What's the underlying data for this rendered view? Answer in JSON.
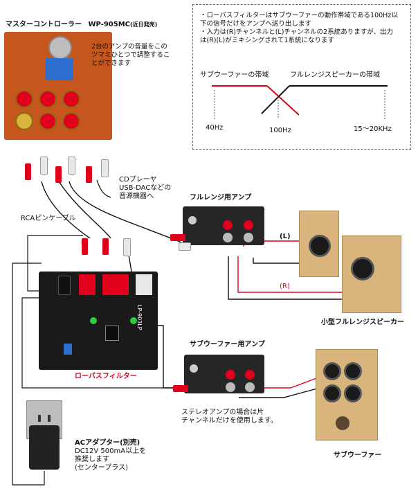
{
  "master_controller": {
    "title": "マスターコントローラー",
    "model": "WP-905MC",
    "note": "(近日発売)",
    "knob_desc": [
      "2台のアンプの音量をこの",
      "ツマミひとつで調整するこ",
      "とができます"
    ]
  },
  "info_box": {
    "lines": [
      "・ローパスフィルターはサブウーファーの動作帯域である100Hz以",
      "下の信号だけをアンプへ送り出します",
      "・入力は(R)チャンネルと(L)チャンネルの2系統ありますが、出力",
      "は(R)(L)がミキシングされて1系統になります"
    ],
    "sub_band_label": "サブウーファーの帯域",
    "full_band_label": "フルレンジスピーカーの帯域",
    "freq_40": "40Hz",
    "freq_100": "100Hz",
    "freq_high": "15〜20KHz"
  },
  "source_label": [
    "CDプレーヤ",
    "USB-DACなどの",
    "音源機器へ"
  ],
  "rca_cable_label": "RCAピンケーブル",
  "fullrange_amp_label": "フルレンジ用アンプ",
  "channel_left": "(L)",
  "channel_right": "(R)",
  "speakers_label": "小型フルレンジスピーカー",
  "lowpass_label": "ローパスフィルター",
  "lowpass_board_text": "LP-903LP",
  "sub_amp_label": "サブウーファー用アンプ",
  "stereo_note": [
    "ステレオアンプの場合は片",
    "チャンネルだけを使用します。"
  ],
  "adapter": {
    "title": "ACアダプター(別売)",
    "lines": [
      "DC12V 500mA以上を",
      "推奨します",
      "(センタープラス)"
    ]
  },
  "subwoofer_label": "サブウーファー",
  "colors": {
    "red": "#e0001b",
    "pcb": "#c4561e",
    "wood": "#d9b57d"
  }
}
